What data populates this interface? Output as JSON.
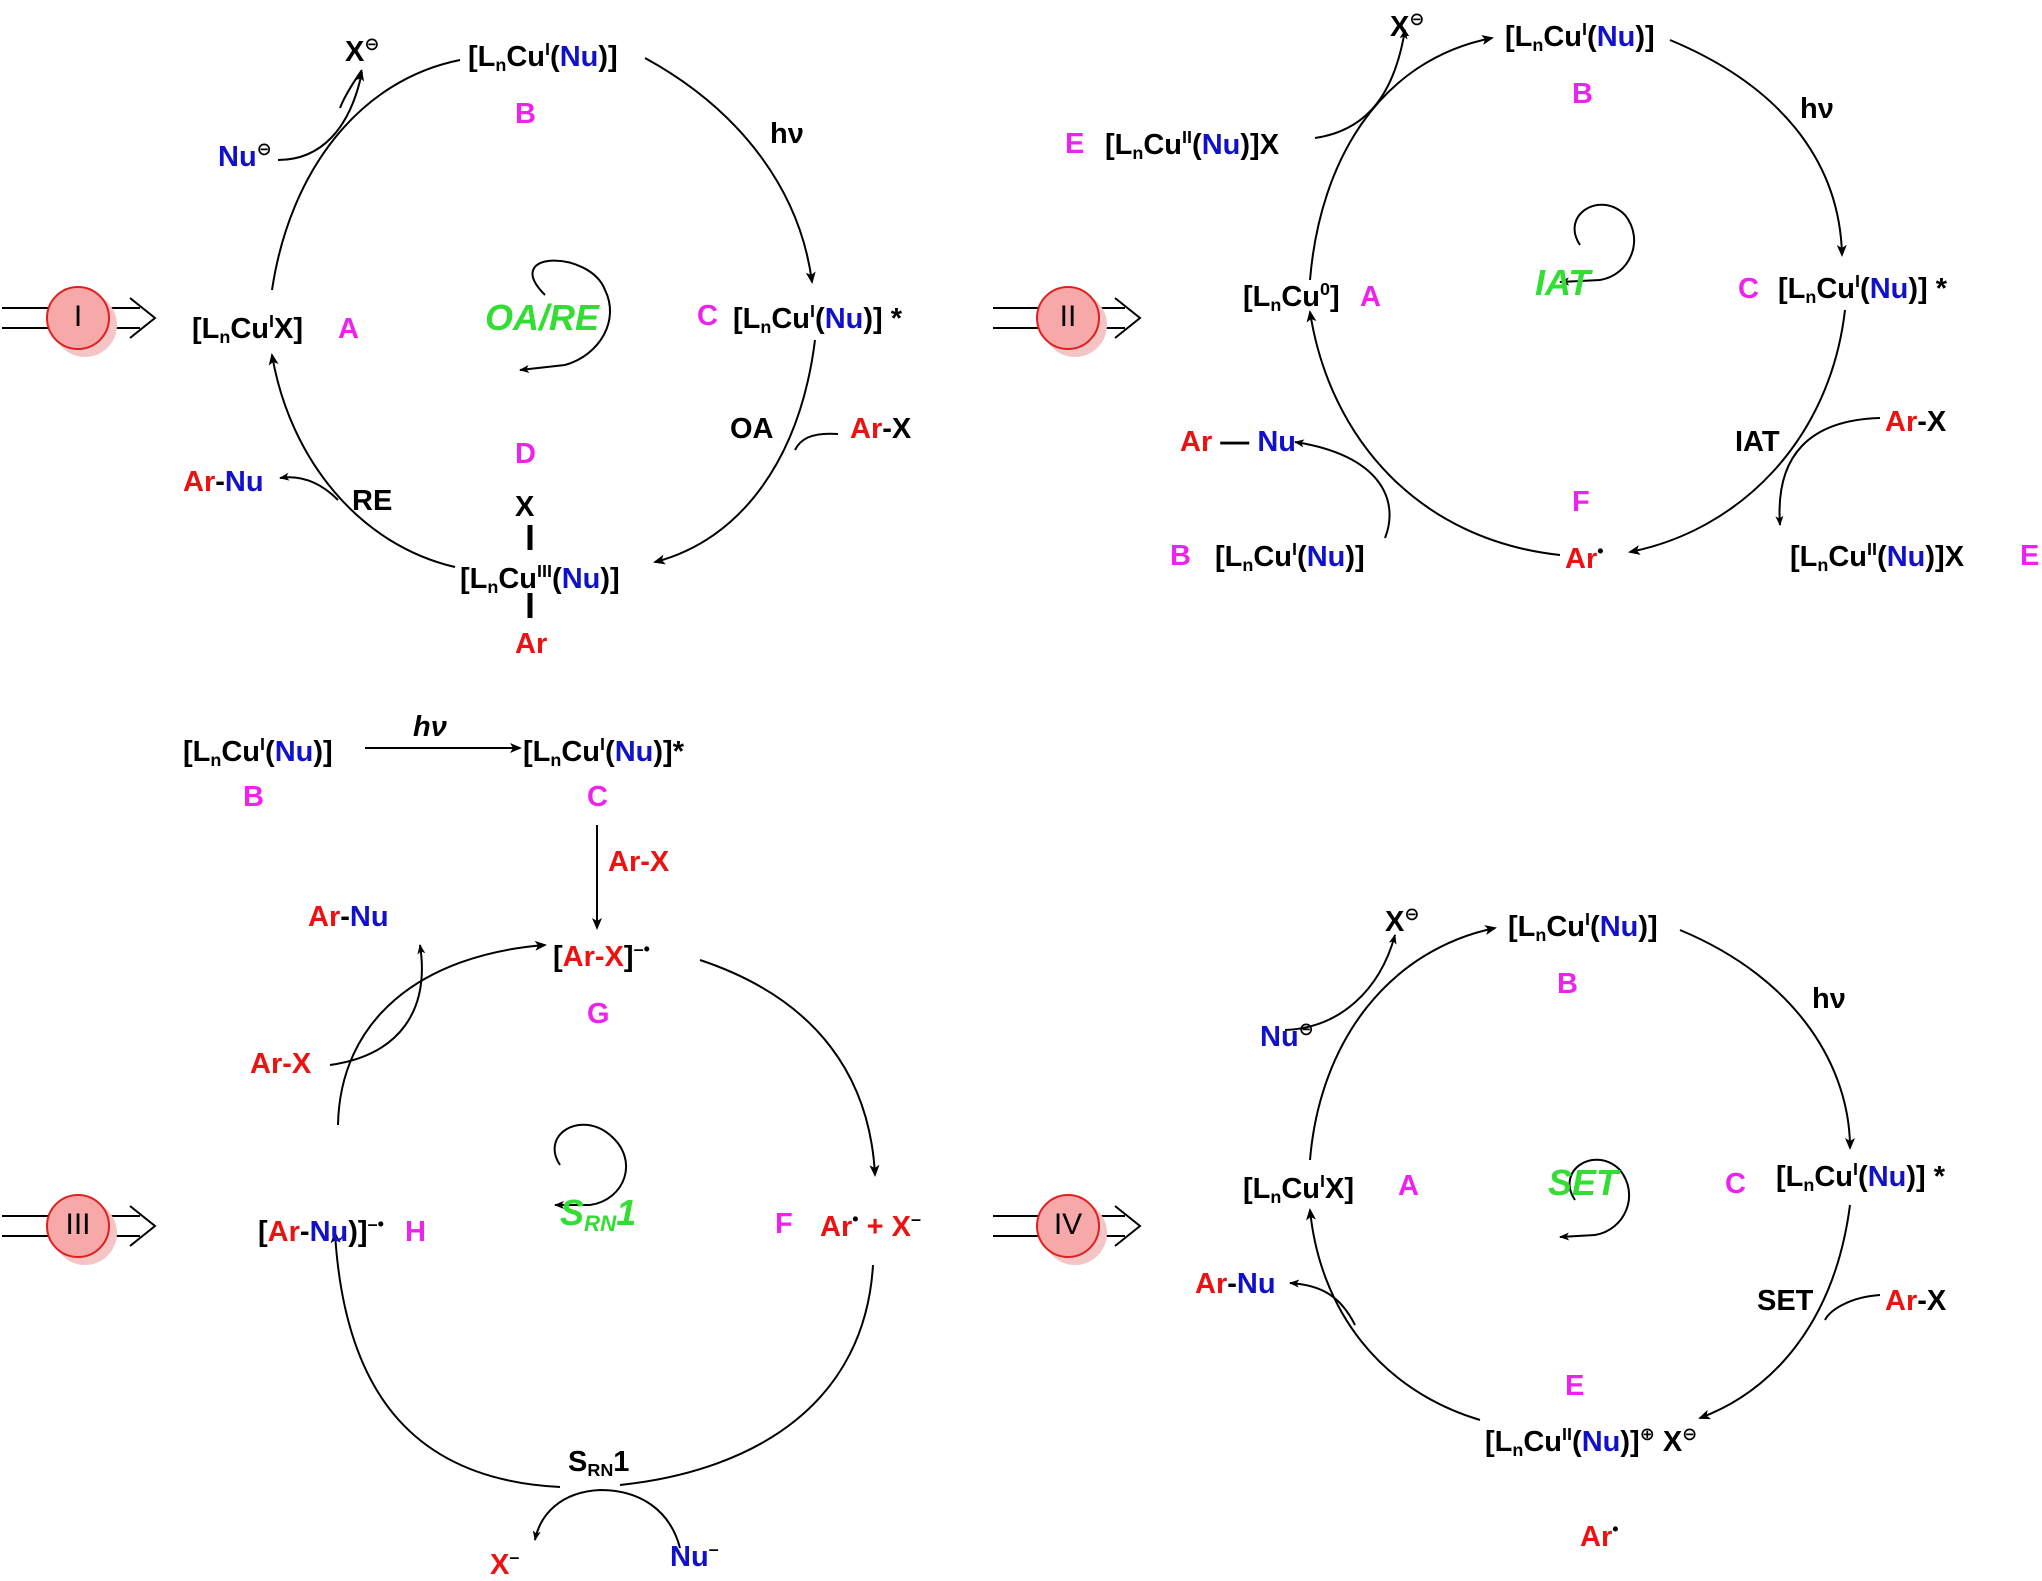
{
  "colors": {
    "black": "#000000",
    "red": "#ee1111",
    "blue": "#1111cc",
    "magenta": "#ee22ee",
    "green": "#33dd33",
    "badge_fill": "#f7a8a8",
    "badge_stroke": "#e02020",
    "badge_shadow": "#f5c4c4"
  },
  "badges": [
    {
      "id": "b1",
      "text": "I"
    },
    {
      "id": "b2",
      "text": "II"
    },
    {
      "id": "b3",
      "text": "III"
    },
    {
      "id": "b4",
      "text": "IV"
    }
  ],
  "labels": [
    {
      "id": "p1-xminus",
      "parts": [
        {
          "t": "X",
          "c": "black"
        },
        {
          "t": "⊖",
          "c": "black",
          "s": "sup"
        }
      ]
    },
    {
      "id": "p1-B-complex",
      "parts": [
        {
          "t": "[L",
          "c": "black"
        },
        {
          "t": "n",
          "c": "black",
          "s": "sub"
        },
        {
          "t": "Cu",
          "c": "black"
        },
        {
          "t": "I",
          "c": "black",
          "s": "sup"
        },
        {
          "t": "(",
          "c": "black"
        },
        {
          "t": "Nu",
          "c": "blue"
        },
        {
          "t": ")]",
          "c": "black"
        }
      ]
    },
    {
      "id": "p1-B",
      "parts": [
        {
          "t": "B",
          "c": "magenta"
        }
      ]
    },
    {
      "id": "p1-hv",
      "parts": [
        {
          "t": "hν",
          "c": "black"
        }
      ]
    },
    {
      "id": "p1-numinus",
      "parts": [
        {
          "t": "Nu",
          "c": "blue"
        },
        {
          "t": "⊖",
          "c": "black",
          "s": "sup"
        }
      ]
    },
    {
      "id": "p1-A-complex",
      "parts": [
        {
          "t": "[L",
          "c": "black"
        },
        {
          "t": "n",
          "c": "black",
          "s": "sub"
        },
        {
          "t": "Cu",
          "c": "black"
        },
        {
          "t": "I",
          "c": "black",
          "s": "sup"
        },
        {
          "t": "X]",
          "c": "black"
        }
      ]
    },
    {
      "id": "p1-A",
      "parts": [
        {
          "t": "A",
          "c": "magenta"
        }
      ]
    },
    {
      "id": "p1-mech",
      "parts": [
        {
          "t": "OA/RE",
          "c": "green",
          "s": "ital"
        }
      ]
    },
    {
      "id": "p1-C",
      "parts": [
        {
          "t": "C",
          "c": "magenta"
        }
      ]
    },
    {
      "id": "p1-C-complex",
      "parts": [
        {
          "t": "[L",
          "c": "black"
        },
        {
          "t": "n",
          "c": "black",
          "s": "sub"
        },
        {
          "t": "Cu",
          "c": "black"
        },
        {
          "t": "I",
          "c": "black",
          "s": "sup"
        },
        {
          "t": "(",
          "c": "black"
        },
        {
          "t": "Nu",
          "c": "blue"
        },
        {
          "t": ")] *",
          "c": "black"
        }
      ]
    },
    {
      "id": "p1-OA",
      "parts": [
        {
          "t": "OA",
          "c": "black"
        }
      ]
    },
    {
      "id": "p1-arx",
      "parts": [
        {
          "t": "Ar",
          "c": "red"
        },
        {
          "t": "-X",
          "c": "black"
        }
      ]
    },
    {
      "id": "p1-D",
      "parts": [
        {
          "t": "D",
          "c": "magenta"
        }
      ]
    },
    {
      "id": "p1-arnu",
      "parts": [
        {
          "t": "Ar",
          "c": "red"
        },
        {
          "t": "-",
          "c": "black"
        },
        {
          "t": "Nu",
          "c": "blue"
        }
      ]
    },
    {
      "id": "p1-RE",
      "parts": [
        {
          "t": "RE",
          "c": "black"
        }
      ]
    },
    {
      "id": "p1-D-X",
      "parts": [
        {
          "t": "X",
          "c": "black"
        }
      ]
    },
    {
      "id": "p1-D-complex",
      "parts": [
        {
          "t": "[L",
          "c": "black"
        },
        {
          "t": "n",
          "c": "black",
          "s": "sub"
        },
        {
          "t": "Cu",
          "c": "black"
        },
        {
          "t": "III",
          "c": "black",
          "s": "sup"
        },
        {
          "t": "(",
          "c": "black"
        },
        {
          "t": "Nu",
          "c": "blue"
        },
        {
          "t": ")]",
          "c": "black"
        }
      ]
    },
    {
      "id": "p1-D-Ar",
      "parts": [
        {
          "t": "Ar",
          "c": "red"
        }
      ]
    },
    {
      "id": "p2-xminus",
      "parts": [
        {
          "t": "X",
          "c": "black"
        },
        {
          "t": "⊖",
          "c": "black",
          "s": "sup"
        }
      ]
    },
    {
      "id": "p2-B-complex",
      "parts": [
        {
          "t": "[L",
          "c": "black"
        },
        {
          "t": "n",
          "c": "black",
          "s": "sub"
        },
        {
          "t": "Cu",
          "c": "black"
        },
        {
          "t": "I",
          "c": "black",
          "s": "sup"
        },
        {
          "t": "(",
          "c": "black"
        },
        {
          "t": "Nu",
          "c": "blue"
        },
        {
          "t": ")]",
          "c": "black"
        }
      ]
    },
    {
      "id": "p2-B",
      "parts": [
        {
          "t": "B",
          "c": "magenta"
        }
      ]
    },
    {
      "id": "p2-hv",
      "parts": [
        {
          "t": "hν",
          "c": "black"
        }
      ]
    },
    {
      "id": "p2-E-top",
      "parts": [
        {
          "t": "E",
          "c": "magenta"
        }
      ]
    },
    {
      "id": "p2-E-top-complex",
      "parts": [
        {
          "t": "[L",
          "c": "black"
        },
        {
          "t": "n",
          "c": "black",
          "s": "sub"
        },
        {
          "t": "Cu",
          "c": "black"
        },
        {
          "t": "II",
          "c": "black",
          "s": "sup"
        },
        {
          "t": "(",
          "c": "black"
        },
        {
          "t": "Nu",
          "c": "blue"
        },
        {
          "t": ")]X",
          "c": "black"
        }
      ]
    },
    {
      "id": "p2-A-complex",
      "parts": [
        {
          "t": "[L",
          "c": "black"
        },
        {
          "t": "n",
          "c": "black",
          "s": "sub"
        },
        {
          "t": "Cu",
          "c": "black"
        },
        {
          "t": "0",
          "c": "black",
          "s": "sup"
        },
        {
          "t": "]",
          "c": "black"
        }
      ]
    },
    {
      "id": "p2-A",
      "parts": [
        {
          "t": "A",
          "c": "magenta"
        }
      ]
    },
    {
      "id": "p2-mech",
      "parts": [
        {
          "t": "IAT",
          "c": "green",
          "s": "ital"
        }
      ]
    },
    {
      "id": "p2-C",
      "parts": [
        {
          "t": "C",
          "c": "magenta"
        }
      ]
    },
    {
      "id": "p2-C-complex",
      "parts": [
        {
          "t": "[L",
          "c": "black"
        },
        {
          "t": "n",
          "c": "black",
          "s": "sub"
        },
        {
          "t": "Cu",
          "c": "black"
        },
        {
          "t": "I",
          "c": "black",
          "s": "sup"
        },
        {
          "t": "(",
          "c": "black"
        },
        {
          "t": "Nu",
          "c": "blue"
        },
        {
          "t": ")] *",
          "c": "black"
        }
      ]
    },
    {
      "id": "p2-arnu",
      "parts": [
        {
          "t": "Ar",
          "c": "red"
        },
        {
          "t": " — ",
          "c": "black"
        },
        {
          "t": "Nu",
          "c": "blue"
        }
      ]
    },
    {
      "id": "p2-IAT",
      "parts": [
        {
          "t": "IAT",
          "c": "black"
        }
      ]
    },
    {
      "id": "p2-arx",
      "parts": [
        {
          "t": "Ar",
          "c": "red"
        },
        {
          "t": "-X",
          "c": "black"
        }
      ]
    },
    {
      "id": "p2-F",
      "parts": [
        {
          "t": "F",
          "c": "magenta"
        }
      ]
    },
    {
      "id": "p2-B-bottom",
      "parts": [
        {
          "t": "B",
          "c": "magenta"
        }
      ]
    },
    {
      "id": "p2-B-bottom-complex",
      "parts": [
        {
          "t": "[L",
          "c": "black"
        },
        {
          "t": "n",
          "c": "black",
          "s": "sub"
        },
        {
          "t": "Cu",
          "c": "black"
        },
        {
          "t": "I",
          "c": "black",
          "s": "sup"
        },
        {
          "t": "(",
          "c": "black"
        },
        {
          "t": "Nu",
          "c": "blue"
        },
        {
          "t": ")]",
          "c": "black"
        }
      ]
    },
    {
      "id": "p2-ar-radical",
      "parts": [
        {
          "t": "Ar",
          "c": "red"
        },
        {
          "t": "•",
          "c": "black",
          "s": "sup"
        }
      ]
    },
    {
      "id": "p2-E-bottom-complex",
      "parts": [
        {
          "t": "[L",
          "c": "black"
        },
        {
          "t": "n",
          "c": "black",
          "s": "sub"
        },
        {
          "t": "Cu",
          "c": "black"
        },
        {
          "t": "II",
          "c": "black",
          "s": "sup"
        },
        {
          "t": "(",
          "c": "black"
        },
        {
          "t": "Nu",
          "c": "blue"
        },
        {
          "t": ")]X",
          "c": "black"
        }
      ]
    },
    {
      "id": "p2-E-bottom",
      "parts": [
        {
          "t": "E",
          "c": "magenta"
        }
      ]
    },
    {
      "id": "p3-B-complex",
      "parts": [
        {
          "t": "[L",
          "c": "black"
        },
        {
          "t": "n",
          "c": "black",
          "s": "sub"
        },
        {
          "t": "Cu",
          "c": "black"
        },
        {
          "t": "I",
          "c": "black",
          "s": "sup"
        },
        {
          "t": "(",
          "c": "black"
        },
        {
          "t": "Nu",
          "c": "blue"
        },
        {
          "t": ")]",
          "c": "black"
        }
      ]
    },
    {
      "id": "p3-hv",
      "parts": [
        {
          "t": "hν",
          "c": "black",
          "s": "ital"
        }
      ]
    },
    {
      "id": "p3-C-complex",
      "parts": [
        {
          "t": "[L",
          "c": "black"
        },
        {
          "t": "n",
          "c": "black",
          "s": "sub"
        },
        {
          "t": "Cu",
          "c": "black"
        },
        {
          "t": "I",
          "c": "black",
          "s": "sup"
        },
        {
          "t": "(",
          "c": "black"
        },
        {
          "t": "Nu",
          "c": "blue"
        },
        {
          "t": ")]*",
          "c": "black"
        }
      ]
    },
    {
      "id": "p3-B",
      "parts": [
        {
          "t": "B",
          "c": "magenta"
        }
      ]
    },
    {
      "id": "p3-C",
      "parts": [
        {
          "t": "C",
          "c": "magenta"
        }
      ]
    },
    {
      "id": "p3-arx-down",
      "parts": [
        {
          "t": "Ar-X",
          "c": "red"
        }
      ]
    },
    {
      "id": "p3-arnu",
      "parts": [
        {
          "t": "Ar",
          "c": "red"
        },
        {
          "t": "-",
          "c": "black"
        },
        {
          "t": "Nu",
          "c": "blue"
        }
      ]
    },
    {
      "id": "p3-G-complex",
      "parts": [
        {
          "t": "[",
          "c": "black"
        },
        {
          "t": "Ar-X",
          "c": "red"
        },
        {
          "t": "]",
          "c": "black"
        },
        {
          "t": "–•",
          "c": "black",
          "s": "sup"
        }
      ]
    },
    {
      "id": "p3-G",
      "parts": [
        {
          "t": "G",
          "c": "magenta"
        }
      ]
    },
    {
      "id": "p3-arx-left",
      "parts": [
        {
          "t": "Ar-X",
          "c": "red"
        }
      ]
    },
    {
      "id": "p3-H-complex",
      "parts": [
        {
          "t": "[",
          "c": "black"
        },
        {
          "t": "Ar",
          "c": "red"
        },
        {
          "t": "-",
          "c": "black"
        },
        {
          "t": "Nu",
          "c": "blue"
        },
        {
          "t": ")]",
          "c": "black"
        },
        {
          "t": "–•",
          "c": "black",
          "s": "sup"
        }
      ]
    },
    {
      "id": "p3-H",
      "parts": [
        {
          "t": "H",
          "c": "magenta"
        }
      ]
    },
    {
      "id": "p3-mech",
      "parts": [
        {
          "t": "S",
          "c": "green",
          "s": "ital"
        },
        {
          "t": "RN",
          "c": "green",
          "s": "subital"
        },
        {
          "t": "1",
          "c": "green",
          "s": "ital"
        }
      ]
    },
    {
      "id": "p3-F",
      "parts": [
        {
          "t": "F",
          "c": "magenta"
        }
      ]
    },
    {
      "id": "p3-F-complex",
      "parts": [
        {
          "t": "Ar",
          "c": "red"
        },
        {
          "t": "•",
          "c": "black",
          "s": "sup"
        },
        {
          "t": " + ",
          "c": "red"
        },
        {
          "t": "X",
          "c": "red"
        },
        {
          "t": "–",
          "c": "black",
          "s": "sup"
        }
      ]
    },
    {
      "id": "p3-srn1",
      "parts": [
        {
          "t": "S",
          "c": "black"
        },
        {
          "t": "RN",
          "c": "black",
          "s": "sub"
        },
        {
          "t": "1",
          "c": "black"
        }
      ]
    },
    {
      "id": "p3-xminus",
      "parts": [
        {
          "t": "X",
          "c": "red"
        },
        {
          "t": "–",
          "c": "black",
          "s": "sup"
        }
      ]
    },
    {
      "id": "p3-numinus",
      "parts": [
        {
          "t": "Nu",
          "c": "blue"
        },
        {
          "t": "–",
          "c": "black",
          "s": "sup"
        }
      ]
    },
    {
      "id": "p4-xminus",
      "parts": [
        {
          "t": "X",
          "c": "black"
        },
        {
          "t": "⊖",
          "c": "black",
          "s": "sup"
        }
      ]
    },
    {
      "id": "p4-B-complex",
      "parts": [
        {
          "t": "[L",
          "c": "black"
        },
        {
          "t": "n",
          "c": "black",
          "s": "sub"
        },
        {
          "t": "Cu",
          "c": "black"
        },
        {
          "t": "I",
          "c": "black",
          "s": "sup"
        },
        {
          "t": "(",
          "c": "black"
        },
        {
          "t": "Nu",
          "c": "blue"
        },
        {
          "t": ")]",
          "c": "black"
        }
      ]
    },
    {
      "id": "p4-B",
      "parts": [
        {
          "t": "B",
          "c": "magenta"
        }
      ]
    },
    {
      "id": "p4-hv",
      "parts": [
        {
          "t": "hν",
          "c": "black"
        }
      ]
    },
    {
      "id": "p4-numinus",
      "parts": [
        {
          "t": "Nu",
          "c": "blue"
        },
        {
          "t": "⊖",
          "c": "black",
          "s": "sup"
        }
      ]
    },
    {
      "id": "p4-A-complex",
      "parts": [
        {
          "t": "[L",
          "c": "black"
        },
        {
          "t": "n",
          "c": "black",
          "s": "sub"
        },
        {
          "t": "Cu",
          "c": "black"
        },
        {
          "t": "I",
          "c": "black",
          "s": "sup"
        },
        {
          "t": "X]",
          "c": "black"
        }
      ]
    },
    {
      "id": "p4-A",
      "parts": [
        {
          "t": "A",
          "c": "magenta"
        }
      ]
    },
    {
      "id": "p4-mech",
      "parts": [
        {
          "t": "SET",
          "c": "green",
          "s": "ital"
        }
      ]
    },
    {
      "id": "p4-C",
      "parts": [
        {
          "t": "C",
          "c": "magenta"
        }
      ]
    },
    {
      "id": "p4-C-complex",
      "parts": [
        {
          "t": "[L",
          "c": "black"
        },
        {
          "t": "n",
          "c": "black",
          "s": "sub"
        },
        {
          "t": "Cu",
          "c": "black"
        },
        {
          "t": "I",
          "c": "black",
          "s": "sup"
        },
        {
          "t": "(",
          "c": "black"
        },
        {
          "t": "Nu",
          "c": "blue"
        },
        {
          "t": ")] *",
          "c": "black"
        }
      ]
    },
    {
      "id": "p4-arnu",
      "parts": [
        {
          "t": "Ar",
          "c": "red"
        },
        {
          "t": "-",
          "c": "black"
        },
        {
          "t": "Nu",
          "c": "blue"
        }
      ]
    },
    {
      "id": "p4-SET",
      "parts": [
        {
          "t": "SET",
          "c": "black"
        }
      ]
    },
    {
      "id": "p4-arx",
      "parts": [
        {
          "t": "Ar",
          "c": "red"
        },
        {
          "t": "-X",
          "c": "black"
        }
      ]
    },
    {
      "id": "p4-E",
      "parts": [
        {
          "t": "E",
          "c": "magenta"
        }
      ]
    },
    {
      "id": "p4-E-complex",
      "parts": [
        {
          "t": "[L",
          "c": "black"
        },
        {
          "t": "n",
          "c": "black",
          "s": "sub"
        },
        {
          "t": "Cu",
          "c": "black"
        },
        {
          "t": "II",
          "c": "black",
          "s": "sup"
        },
        {
          "t": "(",
          "c": "black"
        },
        {
          "t": "Nu",
          "c": "blue"
        },
        {
          "t": ")]",
          "c": "black"
        },
        {
          "t": "⊕",
          "c": "black",
          "s": "sup"
        },
        {
          "t": " X",
          "c": "black"
        },
        {
          "t": "⊖",
          "c": "black",
          "s": "sup"
        }
      ]
    },
    {
      "id": "p4-ar-radical",
      "parts": [
        {
          "t": "Ar",
          "c": "red"
        },
        {
          "t": "•",
          "c": "black",
          "s": "sup"
        }
      ]
    }
  ]
}
